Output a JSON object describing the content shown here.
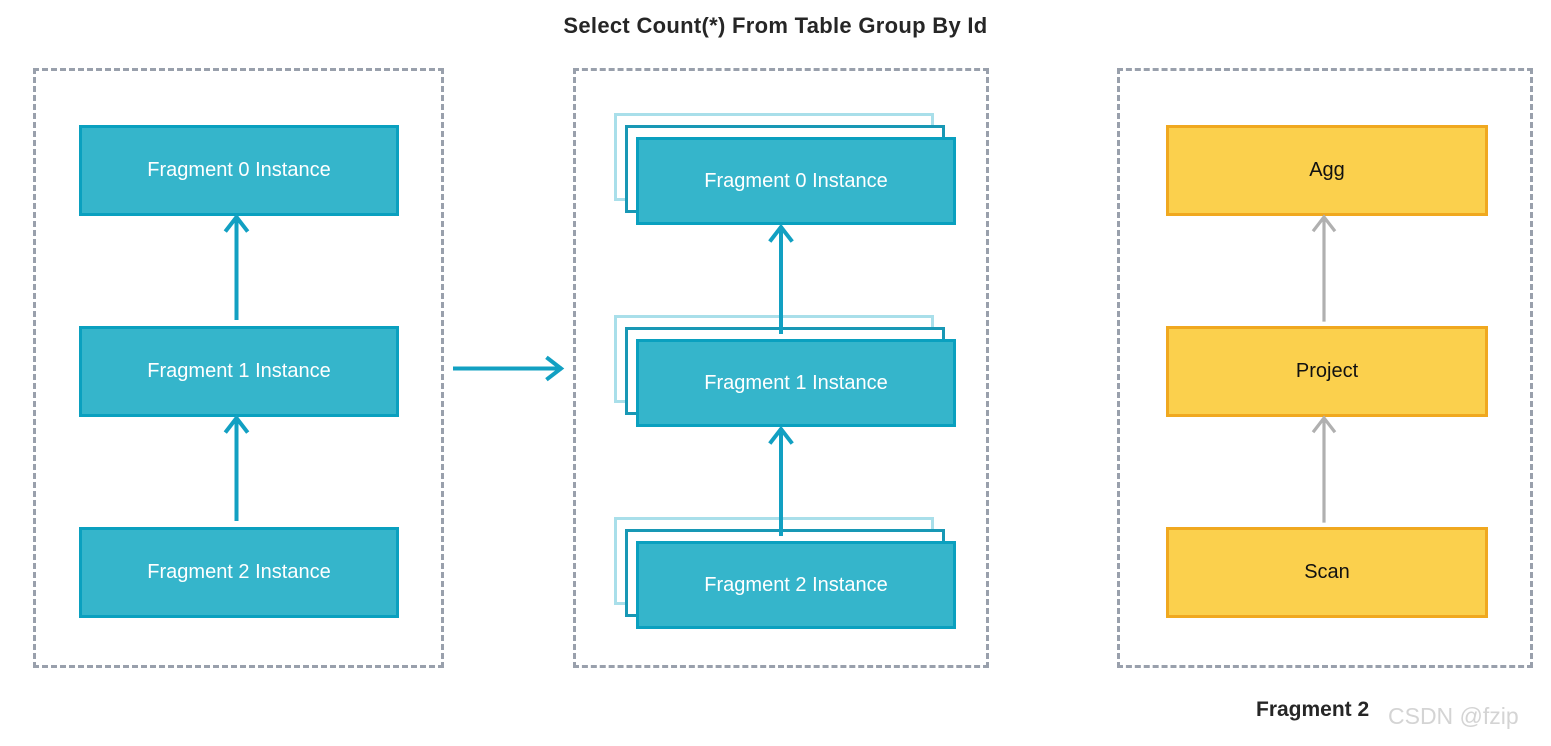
{
  "title": "Select Count(*) From Table Group By Id",
  "watermark": "CSDN @fzip",
  "colors": {
    "teal_fill": "#35B5CB",
    "teal_border": "#0AA0BF",
    "teal_arrow": "#12A0C2",
    "stack_back_border": "#A9DFEA",
    "stack_mid_border": "#1898B5",
    "yellow_fill": "#FBD04D",
    "yellow_border": "#F0A81F",
    "gray_arrow": "#B0B0B0",
    "panel_border": "#99A0AC",
    "title_color": "#262626",
    "watermark_color": "#D4D4D4"
  },
  "panels": {
    "left": {
      "nodes": [
        "Fragment 0 Instance",
        "Fragment 1 Instance",
        "Fragment 2 Instance"
      ]
    },
    "middle": {
      "nodes": [
        "Fragment 0 Instance",
        "Fragment 1 Instance",
        "Fragment 2 Instance"
      ]
    },
    "right": {
      "nodes": [
        "Agg",
        "Project",
        "Scan"
      ],
      "caption": "Fragment 2"
    }
  }
}
